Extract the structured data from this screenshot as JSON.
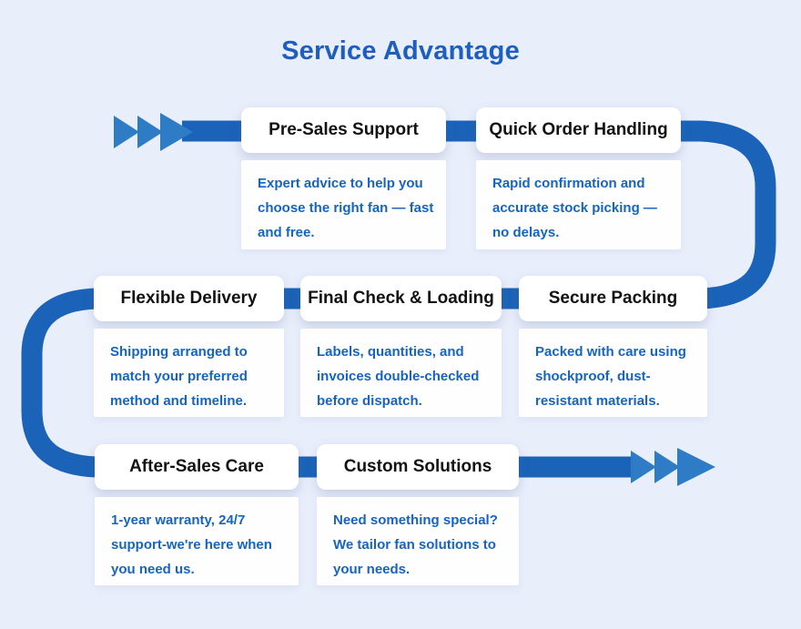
{
  "title": "Service Advantage",
  "colors": {
    "background": "#e9eefb",
    "connector": "#1b63b8",
    "arrow": "#2e7cc5",
    "title_text": "#1d5fc0",
    "card_title_text": "#121212",
    "description_text": "#1565c0",
    "card_background": "#ffffff"
  },
  "flow": {
    "direction": "snake-left-to-right",
    "start_arrow": "triple-chevron-right",
    "end_arrow": "triple-chevron-right"
  },
  "steps": [
    {
      "title": "Pre-Sales Support",
      "description": "Expert advice to help you choose the right fan — fast and free."
    },
    {
      "title": "Quick Order Handling",
      "description": "Rapid confirmation and accurate stock picking — no delays."
    },
    {
      "title": "Flexible Delivery",
      "description": "Shipping arranged to match your preferred method and timeline."
    },
    {
      "title": "Final Check & Loading",
      "description": "Labels, quantities, and invoices double-checked before dispatch."
    },
    {
      "title": "Secure Packing",
      "description": "Packed with care using shockproof, dust-resistant materials."
    },
    {
      "title": "After-Sales Care",
      "description": "1-year warranty, 24/7 support-we're here when you need us."
    },
    {
      "title": "Custom Solutions",
      "description": "Need something special? We tailor fan solutions to your needs."
    }
  ]
}
